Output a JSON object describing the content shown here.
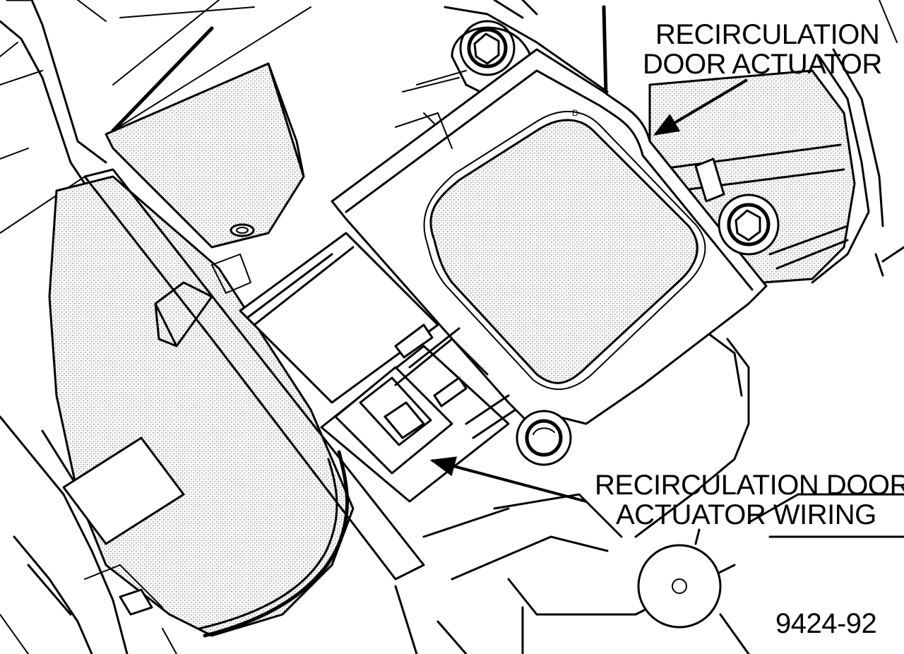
{
  "labels": {
    "actuator_line1": "RECIRCULATION",
    "actuator_line2": "DOOR ACTUATOR",
    "wiring_line1": "RECIRCULATION DOOR",
    "wiring_line2": "ACTUATOR WIRING",
    "figure_number": "9424-92"
  },
  "parts": {
    "actuator_letter": "D"
  },
  "colors": {
    "ink": "#000000",
    "paper": "#ffffff",
    "stipple": "#9a9a9a"
  }
}
